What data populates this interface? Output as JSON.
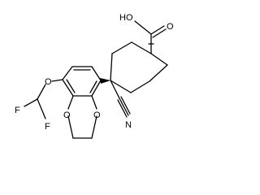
{
  "molecule": {
    "atoms": {
      "carboxyl_oh": "HO",
      "carbonyl_o": "O",
      "nitrile_n": "N",
      "ether_o": "O",
      "f_left": "F",
      "f_right": "F",
      "ring_o_top": "O",
      "ring_o_bottom": "O"
    }
  }
}
